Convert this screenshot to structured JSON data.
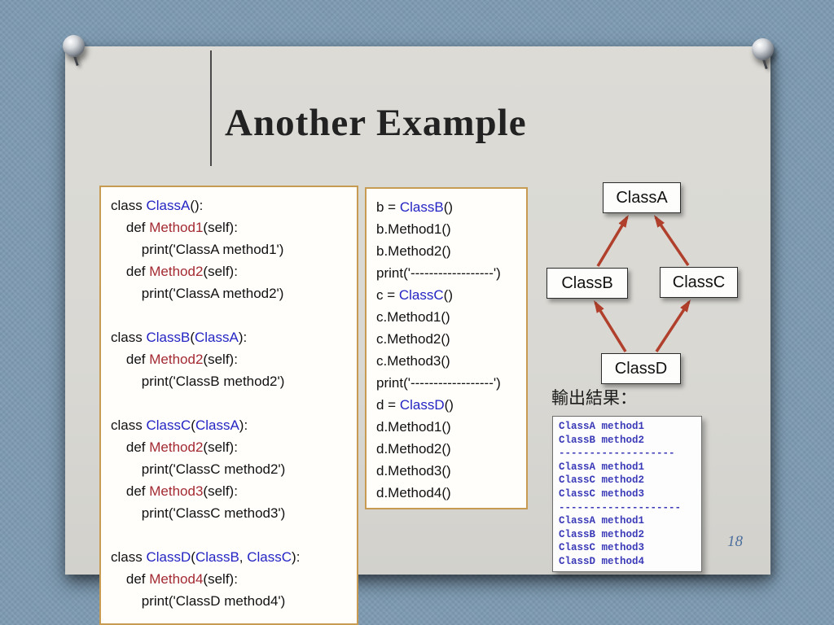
{
  "slide": {
    "title": "Another Example",
    "output_label": "輸出結果：",
    "page_number": "18"
  },
  "colors": {
    "class-name": "#2424c4",
    "method-name": "#a32a32",
    "arrow": "#b0402c",
    "code-box-border": "#c79b52",
    "output-text": "#3a3ab8",
    "page-number": "#4d6e9c"
  },
  "code_left": {
    "lines": [
      [
        {
          "t": "class ",
          "c": "p"
        },
        {
          "t": "ClassA",
          "c": "cls"
        },
        {
          "t": "():",
          "c": "p"
        }
      ],
      [
        {
          "t": "    def ",
          "c": "p"
        },
        {
          "t": "Method1",
          "c": "m"
        },
        {
          "t": "(self):",
          "c": "p"
        }
      ],
      [
        {
          "t": "        print('ClassA method1')",
          "c": "p"
        }
      ],
      [
        {
          "t": "    def ",
          "c": "p"
        },
        {
          "t": "Method2",
          "c": "m"
        },
        {
          "t": "(self):",
          "c": "p"
        }
      ],
      [
        {
          "t": "        print('ClassA method2')",
          "c": "p"
        }
      ],
      [],
      [
        {
          "t": "class ",
          "c": "p"
        },
        {
          "t": "ClassB",
          "c": "cls"
        },
        {
          "t": "(",
          "c": "p"
        },
        {
          "t": "ClassA",
          "c": "cls"
        },
        {
          "t": "):",
          "c": "p"
        }
      ],
      [
        {
          "t": "    def ",
          "c": "p"
        },
        {
          "t": "Method2",
          "c": "m"
        },
        {
          "t": "(self):",
          "c": "p"
        }
      ],
      [
        {
          "t": "        print('ClassB method2')",
          "c": "p"
        }
      ],
      [],
      [
        {
          "t": "class ",
          "c": "p"
        },
        {
          "t": "ClassC",
          "c": "cls"
        },
        {
          "t": "(",
          "c": "p"
        },
        {
          "t": "ClassA",
          "c": "cls"
        },
        {
          "t": "):",
          "c": "p"
        }
      ],
      [
        {
          "t": "    def ",
          "c": "p"
        },
        {
          "t": "Method2",
          "c": "m"
        },
        {
          "t": "(self):",
          "c": "p"
        }
      ],
      [
        {
          "t": "        print('ClassC method2')",
          "c": "p"
        }
      ],
      [
        {
          "t": "    def ",
          "c": "p"
        },
        {
          "t": "Method3",
          "c": "m"
        },
        {
          "t": "(self):",
          "c": "p"
        }
      ],
      [
        {
          "t": "        print('ClassC method3')",
          "c": "p"
        }
      ],
      [],
      [
        {
          "t": "class ",
          "c": "p"
        },
        {
          "t": "ClassD",
          "c": "cls"
        },
        {
          "t": "(",
          "c": "p"
        },
        {
          "t": "ClassB",
          "c": "cls"
        },
        {
          "t": ", ",
          "c": "p"
        },
        {
          "t": "ClassC",
          "c": "cls"
        },
        {
          "t": "):",
          "c": "p"
        }
      ],
      [
        {
          "t": "    def ",
          "c": "p"
        },
        {
          "t": "Method4",
          "c": "m"
        },
        {
          "t": "(self):",
          "c": "p"
        }
      ],
      [
        {
          "t": "        print('ClassD method4')",
          "c": "p"
        }
      ]
    ]
  },
  "code_main": {
    "lines": [
      [
        {
          "t": "b = ",
          "c": "p"
        },
        {
          "t": "ClassB",
          "c": "cls"
        },
        {
          "t": "()",
          "c": "p"
        }
      ],
      [
        {
          "t": "b.Method1()",
          "c": "p"
        }
      ],
      [
        {
          "t": "b.Method2()",
          "c": "p"
        }
      ],
      [
        {
          "t": "print('------------------')",
          "c": "p"
        }
      ],
      [
        {
          "t": "c = ",
          "c": "p"
        },
        {
          "t": "ClassC",
          "c": "cls"
        },
        {
          "t": "()",
          "c": "p"
        }
      ],
      [
        {
          "t": "c.Method1()",
          "c": "p"
        }
      ],
      [
        {
          "t": "c.Method2()",
          "c": "p"
        }
      ],
      [
        {
          "t": "c.Method3()",
          "c": "p"
        }
      ],
      [
        {
          "t": "print('------------------')",
          "c": "p"
        }
      ],
      [
        {
          "t": "d = ",
          "c": "p"
        },
        {
          "t": "ClassD",
          "c": "cls"
        },
        {
          "t": "()",
          "c": "p"
        }
      ],
      [
        {
          "t": "d.Method1()",
          "c": "p"
        }
      ],
      [
        {
          "t": "d.Method2()",
          "c": "p"
        }
      ],
      [
        {
          "t": "d.Method3()",
          "c": "p"
        }
      ],
      [
        {
          "t": "d.Method4()",
          "c": "p"
        }
      ]
    ]
  },
  "diagram": {
    "nodes": [
      {
        "label": "ClassA"
      },
      {
        "label": "ClassB"
      },
      {
        "label": "ClassC"
      },
      {
        "label": "ClassD"
      }
    ],
    "edges": [
      {
        "from": "ClassB",
        "to": "ClassA"
      },
      {
        "from": "ClassC",
        "to": "ClassA"
      },
      {
        "from": "ClassD",
        "to": "ClassB"
      },
      {
        "from": "ClassD",
        "to": "ClassC"
      }
    ]
  },
  "output": {
    "lines": [
      "ClassA method1",
      "ClassB method2",
      "-------------------",
      "ClassA method1",
      "ClassC method2",
      "ClassC method3",
      "--------------------",
      "ClassA method1",
      "ClassB method2",
      "ClassC method3",
      "ClassD method4"
    ]
  }
}
